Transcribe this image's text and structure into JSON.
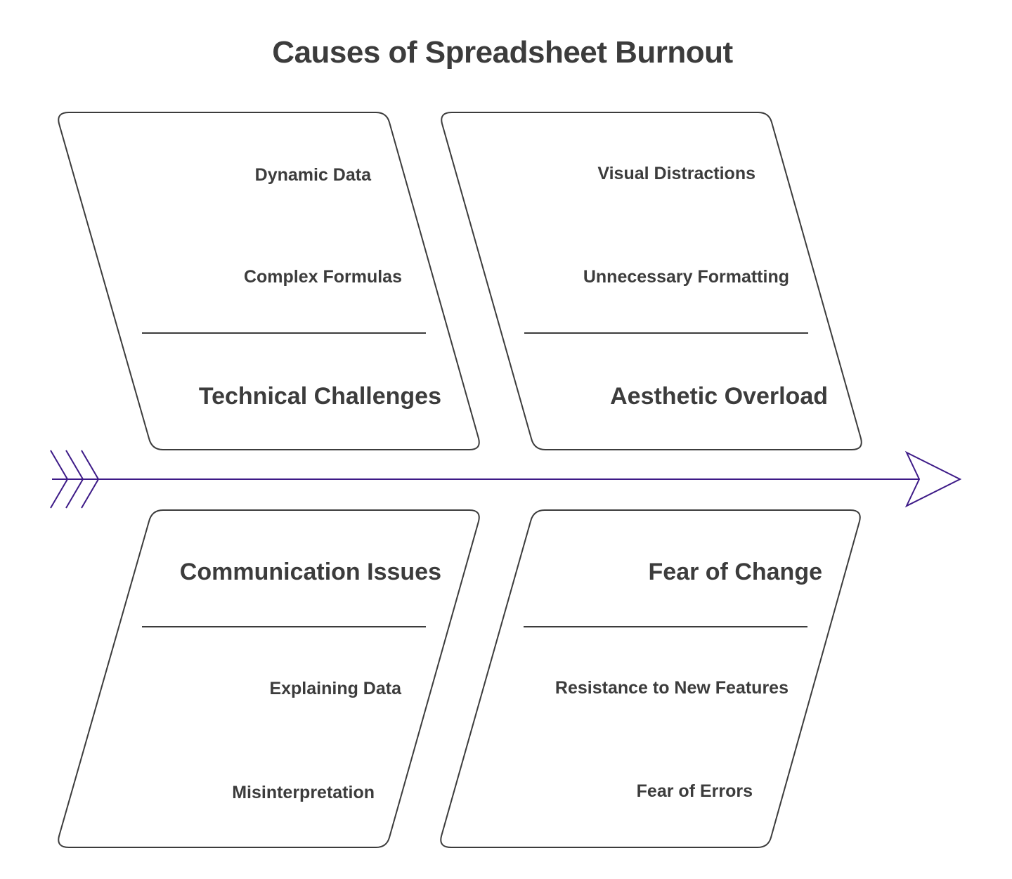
{
  "title": "Causes of Spreadsheet Burnout",
  "colors": {
    "spine": "#3d1a87",
    "outline": "#3c3c3c",
    "text": "#3c3c3c"
  },
  "categories": [
    {
      "name": "Technical Challenges",
      "causes": [
        "Dynamic Data",
        "Complex Formulas"
      ]
    },
    {
      "name": "Aesthetic Overload",
      "causes": [
        "Visual Distractions",
        "Unnecessary Formatting"
      ]
    },
    {
      "name": "Communication Issues",
      "causes": [
        "Explaining Data",
        "Misinterpretation"
      ]
    },
    {
      "name": "Fear of Change",
      "causes": [
        "Resistance to New Features",
        "Fear of Errors"
      ]
    }
  ]
}
